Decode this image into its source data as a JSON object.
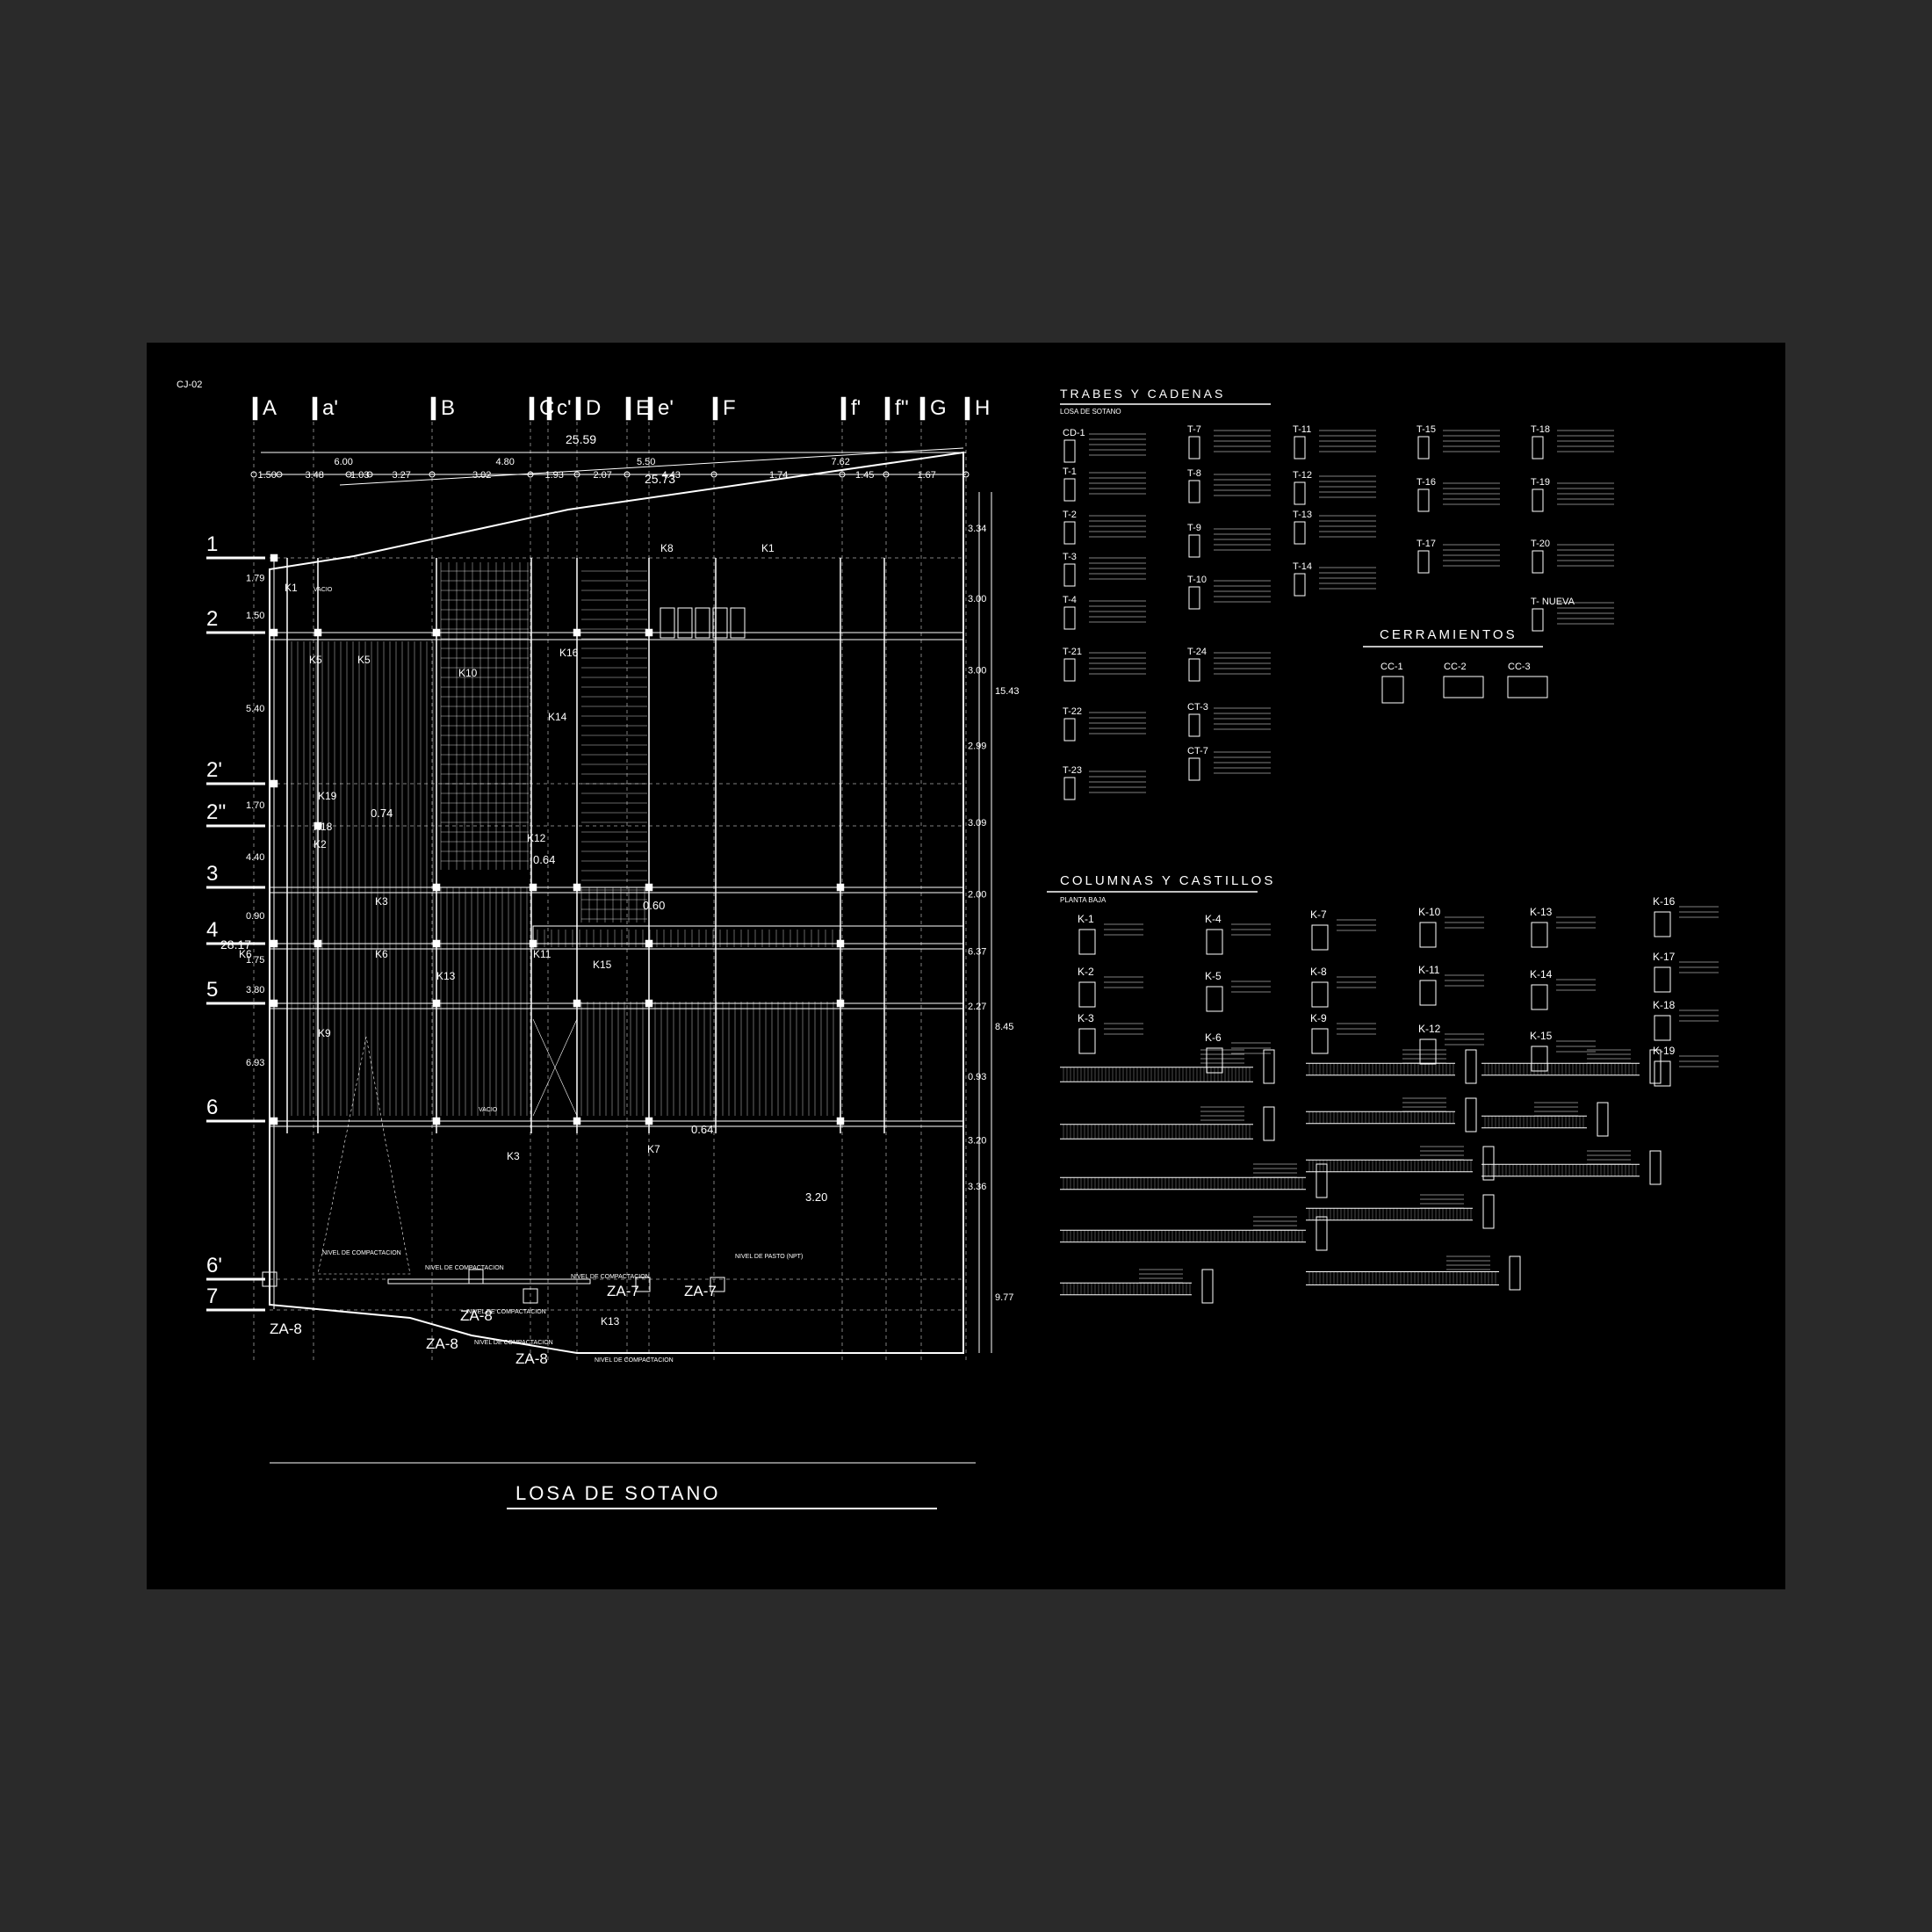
{
  "sheet": {
    "code": "CJ-02",
    "title": "LOSA DE SOTANO"
  },
  "plan": {
    "axes_top": [
      "A",
      "a'",
      "B",
      "C",
      "c'",
      "D",
      "E",
      "e'",
      "F",
      "f'",
      "f''",
      "G",
      "H"
    ],
    "axes_left": [
      "1",
      "2",
      "2'",
      "2''",
      "3",
      "4",
      "5",
      "6",
      "6'",
      "7"
    ],
    "dims_top_total": "25.59",
    "dims_top_row1": [
      "6.00",
      "4.80",
      "5.50",
      "7.62"
    ],
    "dims_top_row2": [
      "1.50",
      "3.48",
      "1.03",
      "3.27",
      "3.02",
      "1.93",
      "2.07",
      "4.43",
      "1.74",
      "1.45",
      "1.67"
    ],
    "dim_diag": "25.73",
    "dims_left": [
      "1.79",
      "1.50",
      "5.40",
      "1.70",
      "4.40",
      "0.90",
      "1.75",
      "3.80",
      "6.93"
    ],
    "dim_left_total": "28.17",
    "dims_right": [
      "3.34",
      "3.00",
      "3.00",
      "2.99",
      "3.09",
      "2.00",
      "6.37",
      "2.27",
      "0.93",
      "3.20",
      "3.36"
    ],
    "dims_right_total": [
      "15.43",
      "8.45",
      "9.77"
    ],
    "column_labels": [
      "K1",
      "K5",
      "K5",
      "K6",
      "K16",
      "K10",
      "K14",
      "K19",
      "K18",
      "K2",
      "K3",
      "K6",
      "K13",
      "K11",
      "K12",
      "K15",
      "K9",
      "K7",
      "K8",
      "K1",
      "K3",
      "K13"
    ],
    "footings": [
      "ZA-8",
      "ZA-8",
      "ZA-8",
      "ZA-8",
      "ZA-7",
      "ZA-7"
    ],
    "notes": [
      "NIVEL DE COMPACTACION",
      "NIVEL DE COMPACTACION",
      "NIVEL DE COMPACTACION",
      "NIVEL DE COMPACTACION",
      "NIVEL DE COMPACTACION",
      "NIVEL DE COMPACTACION",
      "NIVEL DE PASTO (NPT)",
      "VACIO",
      "VACIO"
    ],
    "levels": [
      "0.74",
      "0.64",
      "0.60",
      "0.64",
      "3.20"
    ]
  },
  "trabes": {
    "heading": "TRABES Y CADENAS",
    "subheading": "LOSA DE SOTANO",
    "items": [
      "CD-1",
      "T-1",
      "T-2",
      "T-3",
      "T-4",
      "T-7",
      "T-8",
      "T-9",
      "T-10",
      "T-11",
      "T-12",
      "T-13",
      "T-14",
      "T-15",
      "T-16",
      "T-17",
      "T-18",
      "T-19",
      "T-20",
      "T- NUEVA",
      "T-21",
      "T-22",
      "T-23",
      "T-24",
      "CT-3",
      "CT-7"
    ]
  },
  "cerramientos": {
    "heading": "CERRAMIENTOS",
    "items": [
      "CC-1",
      "CC-2",
      "CC-3"
    ]
  },
  "columnas": {
    "heading": "COLUMNAS Y CASTILLOS",
    "subheading": "PLANTA BAJA",
    "items": [
      "K-1",
      "K-2",
      "K-3",
      "K-4",
      "K-5",
      "K-6",
      "K-7",
      "K-8",
      "K-9",
      "K-10",
      "K-11",
      "K-12",
      "K-13",
      "K-14",
      "K-15",
      "K-16",
      "K-17",
      "K-18",
      "K-19"
    ]
  },
  "colors": {
    "background": "#2a2a2a",
    "sheet": "#000000",
    "ink": "#ffffff"
  }
}
